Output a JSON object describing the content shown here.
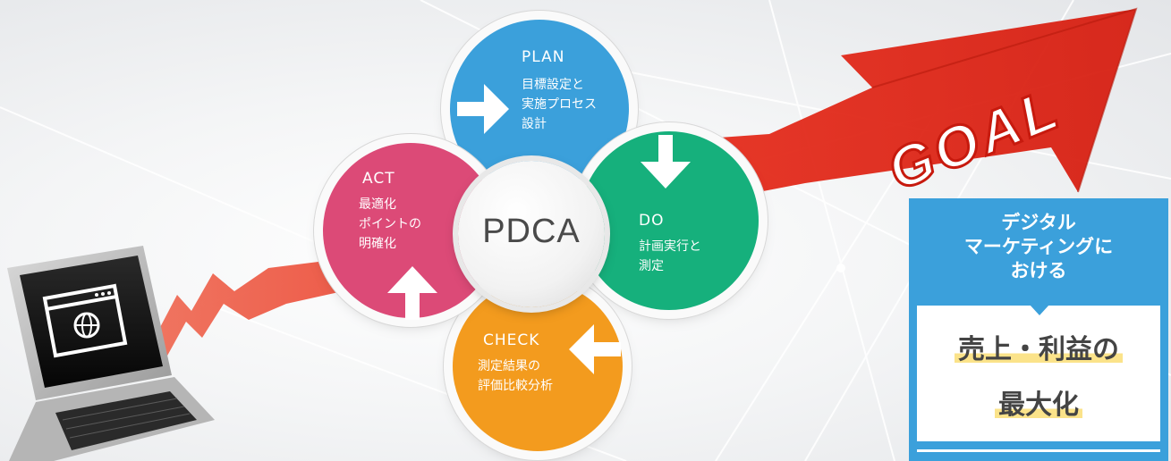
{
  "diagram": {
    "center_label": "PDCA",
    "goal_label": "GOAL",
    "steps": [
      {
        "id": "plan",
        "title": "PLAN",
        "description": "目標設定と\n実施プロセス\n設計",
        "color": "#3ba0db"
      },
      {
        "id": "do",
        "title": "DO",
        "description": "計画実行と\n測定",
        "color": "#16b07c"
      },
      {
        "id": "check",
        "title": "CHECK",
        "description": "測定結果の\n評価比較分析",
        "color": "#f39b1e"
      },
      {
        "id": "act",
        "title": "ACT",
        "description": "最適化\nポイントの\n明確化",
        "color": "#dc4a77"
      }
    ]
  },
  "panel": {
    "heading": "デジタル\nマーケティングに\nおける",
    "line1": "売上・利益の",
    "line2": "最大化",
    "color": "#3ba0db",
    "highlight_color": "#fbe38a"
  },
  "colors": {
    "growth_arrow": "#e8301f"
  }
}
